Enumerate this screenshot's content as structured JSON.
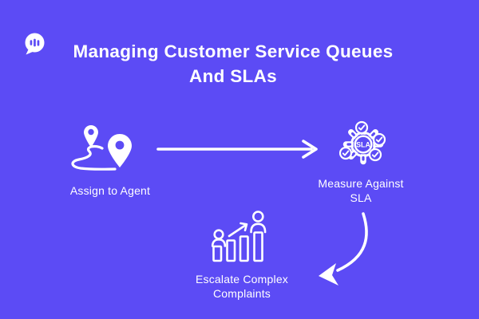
{
  "theme": {
    "background": "#5C4BF5",
    "foreground": "#FFFFFF"
  },
  "logo": {
    "icon": "chat-bubble-logo"
  },
  "title": {
    "line1": "Managing Customer Service Queues",
    "line2": "And SLAs"
  },
  "steps": {
    "assign": {
      "label": "Assign to Agent",
      "icon": "route-map-pins-icon"
    },
    "measure": {
      "label": "Measure Against SLA",
      "icon": "sla-gear-checks-icon",
      "badge": "SLA"
    },
    "escalate": {
      "label": "Escalate Complex Complaints",
      "icon": "growth-bars-people-icon"
    }
  },
  "connectors": {
    "straight": "straight-right-arrow",
    "curved": "curved-down-left-arrow"
  }
}
